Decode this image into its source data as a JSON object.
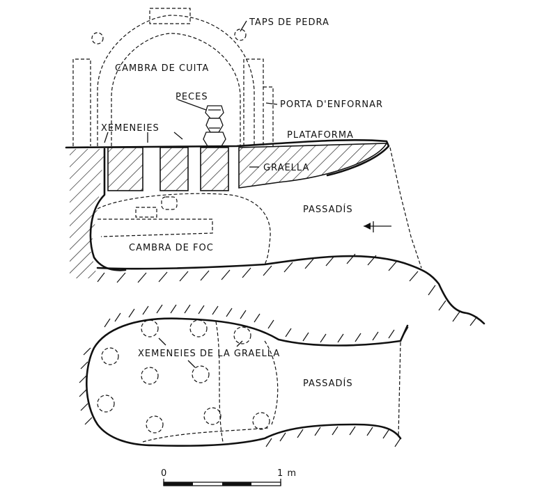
{
  "labels": {
    "taps_de_pedra": "TAPS DE PEDRA",
    "cambra_de_cuita": "CAMBRA DE CUITA",
    "peces": "PECES",
    "porta_denfornar": "PORTA D'ENFORNAR",
    "xemeneies": "XEMENEIES",
    "plataforma": "PLATAFORMA",
    "graella": "GRAELLA",
    "passadis_top": "PASSADÍS",
    "cambra_de_foc": "CAMBRA DE FOC",
    "xemeneies_de_la_graella": "XEMENEIES DE LA GRAELLA",
    "passadis_plan": "PASSADÍS"
  },
  "scale_bar": {
    "start_label": "0",
    "end_label": "1 m"
  }
}
